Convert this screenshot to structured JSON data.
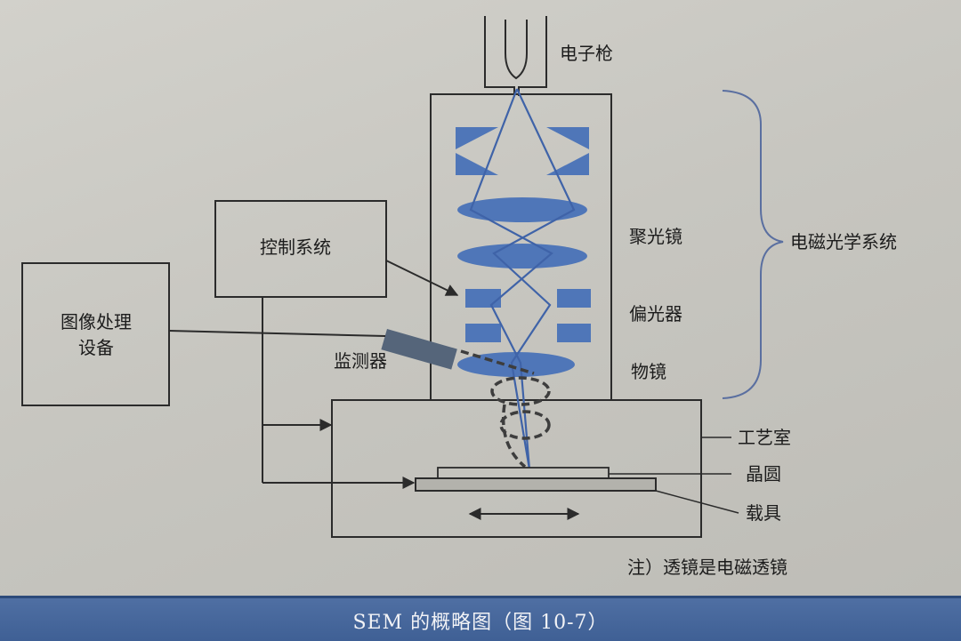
{
  "diagram": {
    "labels": {
      "electron_gun": "电子枪",
      "condenser_lens": "聚光镜",
      "deflector": "偏光器",
      "objective_lens": "物镜",
      "electromagnetic_optical_system": "电磁光学系统",
      "control_system": "控制系统",
      "image_processing_line1": "图像处理",
      "image_processing_line2": "设备",
      "detector": "监测器",
      "process_chamber": "工艺室",
      "wafer": "晶圆",
      "carrier": "载具",
      "note": "注）透镜是电磁透镜"
    },
    "caption": "SEM 的概略图（图 10-7）",
    "colors": {
      "lens_blue": "#4f76b8",
      "beam_blue": "#3f63a8",
      "line": "#2b2b2b",
      "caption_bar": "#4668a0"
    }
  }
}
